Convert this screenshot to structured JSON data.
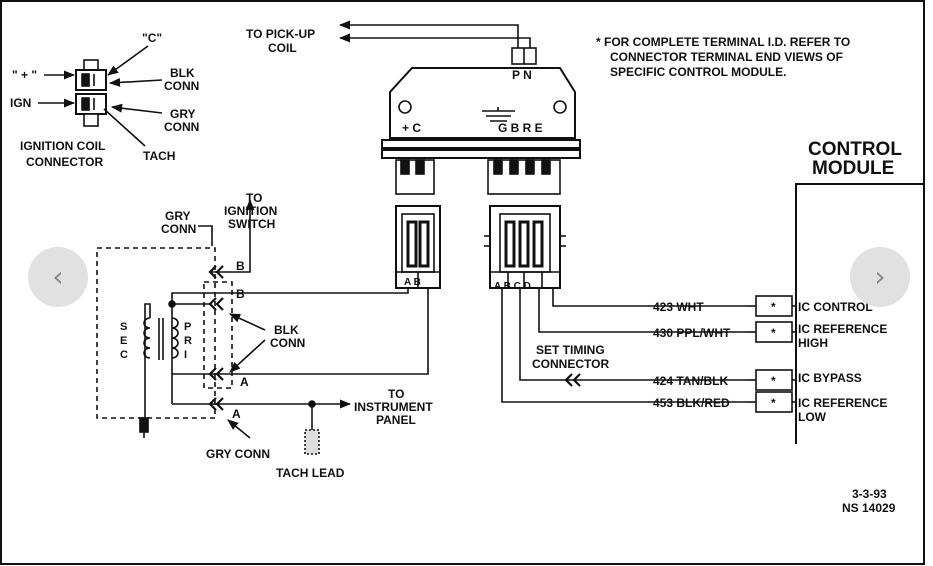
{
  "theme": {
    "frame": "#111111",
    "nav_bg": "#dcdcdc",
    "nav_fg": "#8a8a8a"
  },
  "nav": {
    "prev": "‹",
    "next": "›"
  },
  "coil": {
    "c": "\"C\"",
    "plus": "\" + \"",
    "ign": "IGN",
    "blk": [
      "BLK",
      "CONN"
    ],
    "gry": [
      "GRY",
      "CONN"
    ],
    "tach": "TACH",
    "title": [
      "IGNITION COIL",
      "CONNECTOR"
    ]
  },
  "pickup": [
    "TO PICK-UP",
    "COIL"
  ],
  "note": [
    "*  FOR COMPLETE TERMINAL I.D. REFER TO",
    "CONNECTOR TERMINAL END VIEWS OF",
    "SPECIFIC CONTROL MODULE."
  ],
  "module": {
    "pins_top": "P N",
    "left_terms": "+  C",
    "right_terms": "G B R E",
    "left_conn": "A  B",
    "right_conn": "A  B  C  D",
    "title": [
      "CONTROL",
      "MODULE"
    ]
  },
  "left": {
    "gry_conn": [
      "GRY",
      "CONN"
    ],
    "to_switch": [
      "TO",
      "IGNITION",
      "SWITCH"
    ],
    "sec": [
      "S",
      "E",
      "C"
    ],
    "pri": [
      "P",
      "R",
      "I"
    ],
    "b1": "B",
    "b2": "B",
    "a1": "A",
    "a2": "A",
    "blk_conn": [
      "BLK",
      "CONN"
    ],
    "to_panel": [
      "TO",
      "INSTRUMENT",
      "PANEL"
    ],
    "gry_conn_bottom": "GRY CONN",
    "tach_lead": "TACH LEAD"
  },
  "wires": [
    {
      "wire": "423  WHT",
      "star": "*",
      "circuit": [
        "IC CONTROL"
      ]
    },
    {
      "wire": "430  PPL/WHT",
      "star": "*",
      "circuit": [
        "IC REFERENCE",
        "HIGH"
      ]
    },
    {
      "wire": "424  TAN/BLK",
      "star": "*",
      "circuit": [
        "IC BYPASS"
      ]
    },
    {
      "wire": "453  BLK/RED",
      "star": "*",
      "circuit": [
        "IC REFERENCE",
        "LOW"
      ]
    }
  ],
  "set_timing": [
    "SET TIMING",
    "CONNECTOR"
  ],
  "footer": [
    "3-3-93",
    "NS 14029"
  ]
}
